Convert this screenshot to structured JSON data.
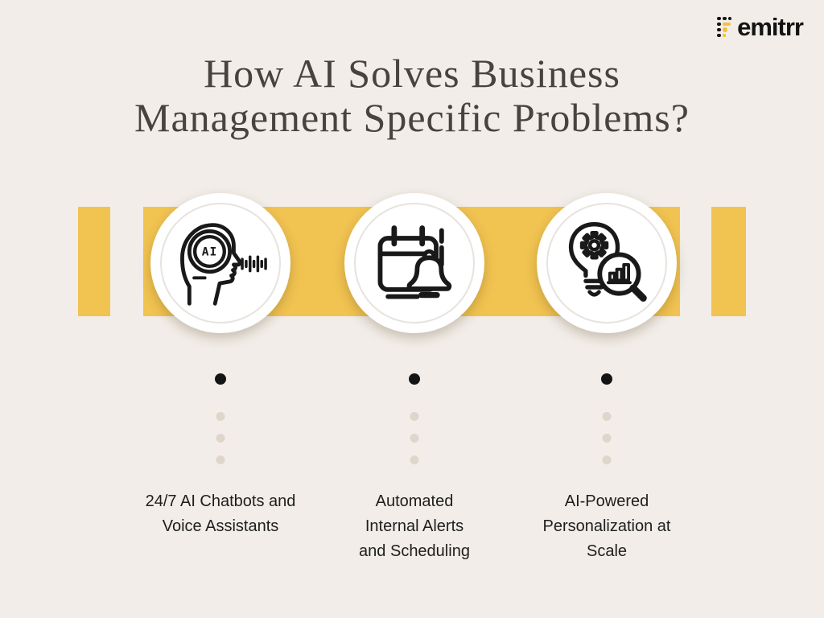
{
  "brand": {
    "name": "emitrr"
  },
  "title": {
    "line1": "How AI Solves Business",
    "line2": "Management Specific Problems?"
  },
  "items": [
    {
      "icon": "ai-voice-assistant-icon",
      "icon_text": "AI",
      "label": "24/7 AI Chatbots and Voice Assistants",
      "label_lines": [
        "24/7 AI Chatbots and",
        "Voice Assistants",
        ""
      ]
    },
    {
      "icon": "calendar-bell-icon",
      "label": "Automated Internal Alerts and Scheduling",
      "label_lines": [
        "Automated",
        "Internal Alerts",
        "and Scheduling"
      ]
    },
    {
      "icon": "bulb-gear-magnifier-icon",
      "label": "AI-Powered Personalization at Scale",
      "label_lines": [
        "AI-Powered",
        "Personalization at",
        "Scale"
      ]
    }
  ],
  "colors": {
    "background": "#F2EDE8",
    "band_yellow": "#F1C351",
    "title_ink": "#474340",
    "label_ink": "#1E1E1E",
    "line_art": "#191919",
    "timeline_dot_beige": "#DFD6CB",
    "logo_black": "#141414",
    "logo_yellow": "#F4C238",
    "circle_white": "#FFFFFF"
  }
}
